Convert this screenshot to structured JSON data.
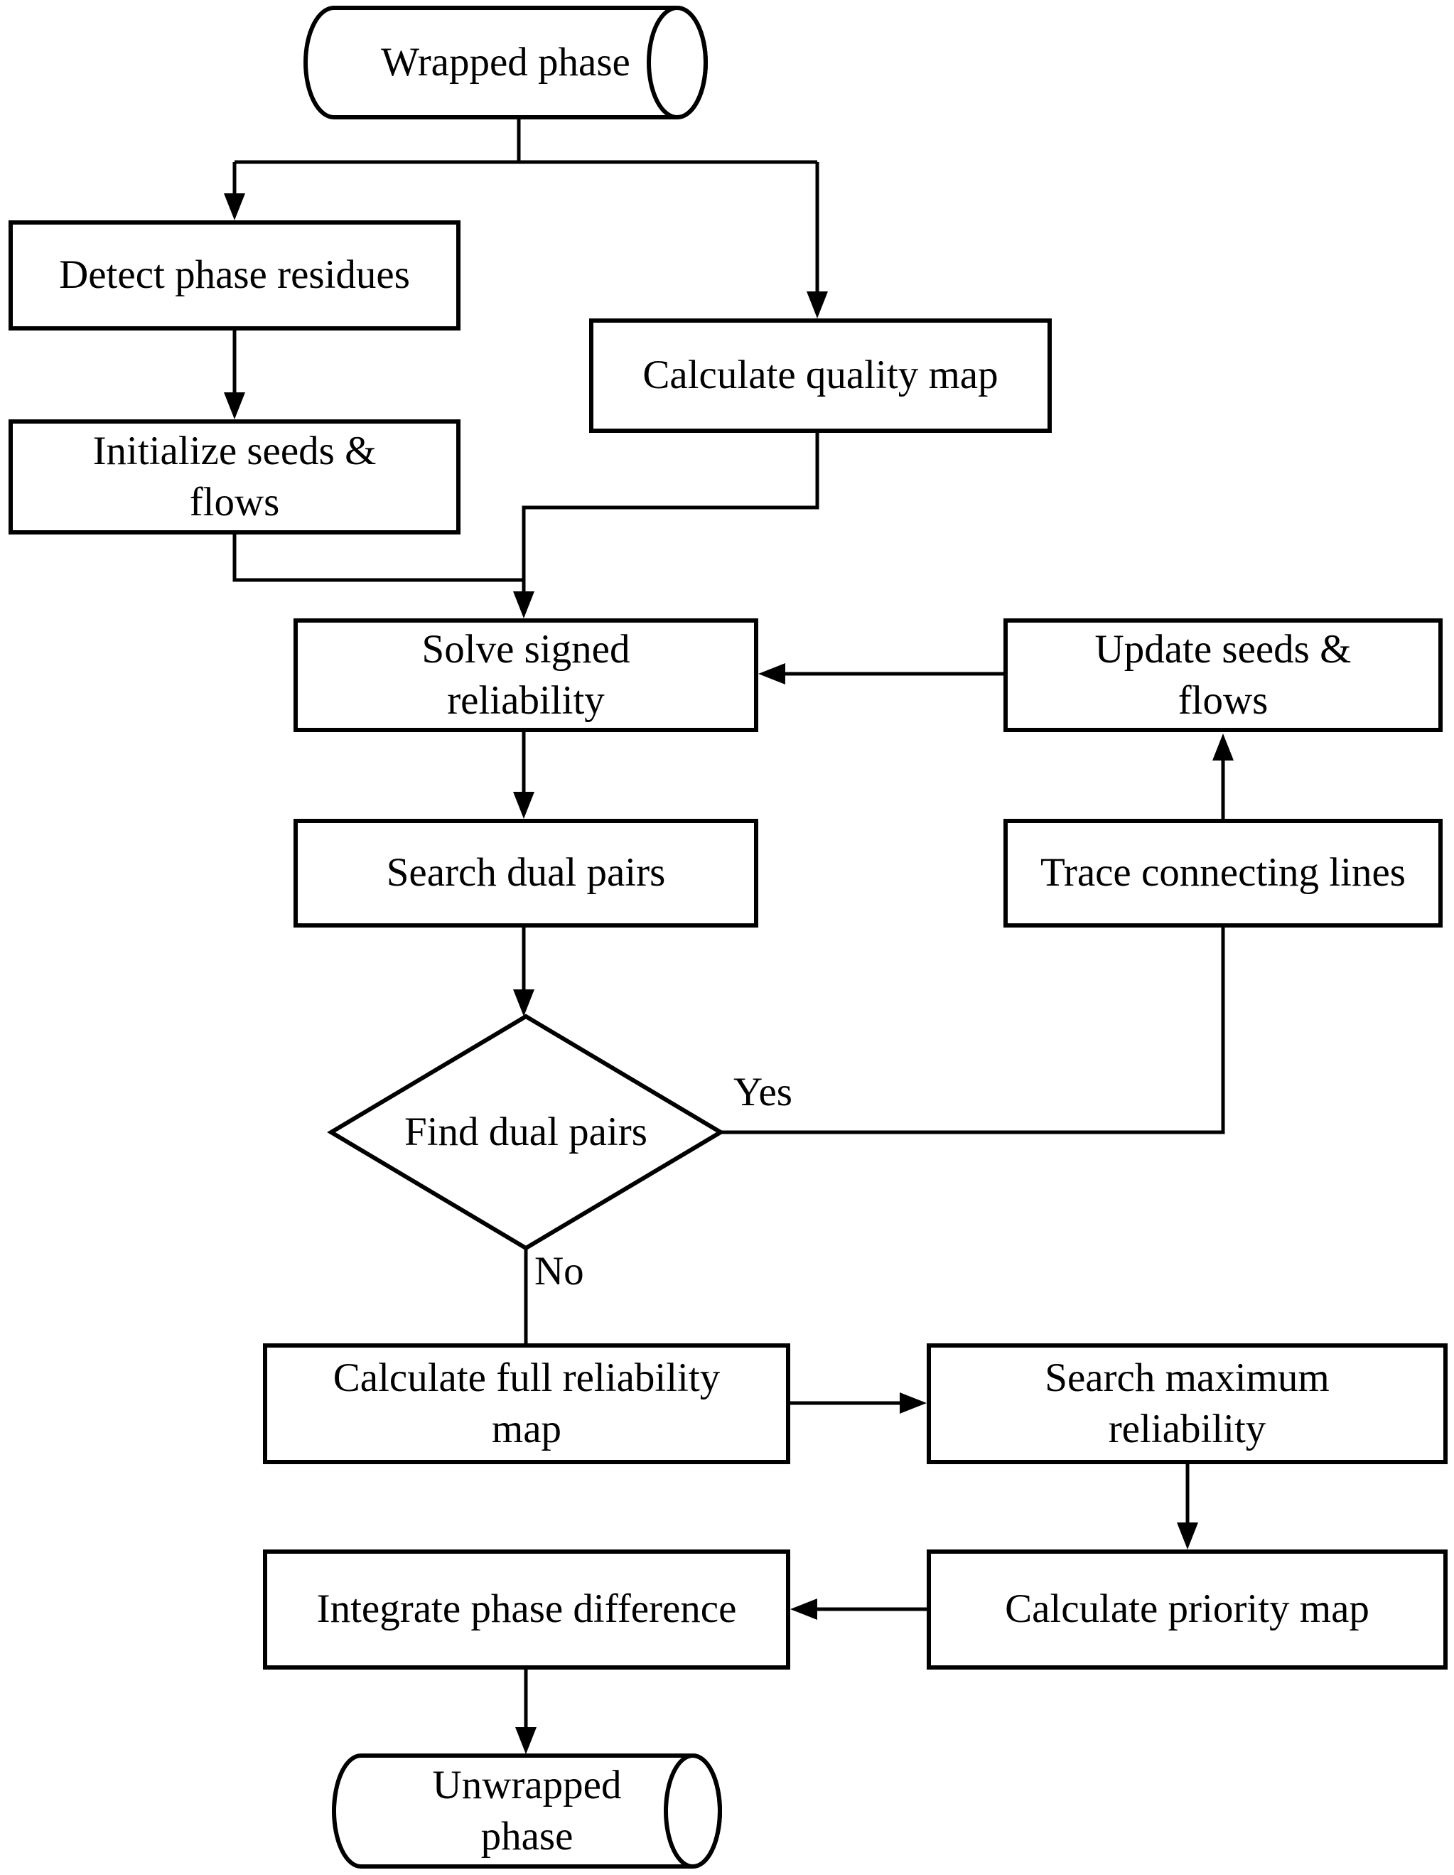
{
  "diagram": {
    "nodes": {
      "wrapped": {
        "type": "data-cylinder",
        "label": "Wrapped phase"
      },
      "detect": {
        "type": "process",
        "label": "Detect phase residues"
      },
      "quality": {
        "type": "process",
        "label": "Calculate quality map"
      },
      "initialize": {
        "type": "process",
        "label": "Initialize seeds &\nflows"
      },
      "solve": {
        "type": "process",
        "label": "Solve signed\nreliability"
      },
      "update": {
        "type": "process",
        "label": "Update seeds &\nflows"
      },
      "searchDual": {
        "type": "process",
        "label": "Search dual pairs"
      },
      "trace": {
        "type": "process",
        "label": "Trace connecting lines"
      },
      "find": {
        "type": "decision",
        "label": "Find dual pairs"
      },
      "calcFull": {
        "type": "process",
        "label": "Calculate full reliability\nmap"
      },
      "searchMax": {
        "type": "process",
        "label": "Search maximum\nreliability"
      },
      "integrate": {
        "type": "process",
        "label": "Integrate phase difference"
      },
      "priority": {
        "type": "process",
        "label": "Calculate priority map"
      },
      "unwrapped": {
        "type": "data-cylinder",
        "label": "Unwrapped\nphase"
      }
    },
    "edge_labels": {
      "yes": "Yes",
      "no": "No"
    },
    "edges": [
      {
        "from": "wrapped",
        "to": "detect"
      },
      {
        "from": "wrapped",
        "to": "quality"
      },
      {
        "from": "detect",
        "to": "initialize"
      },
      {
        "from": "initialize",
        "to": "solve"
      },
      {
        "from": "quality",
        "to": "solve"
      },
      {
        "from": "solve",
        "to": "searchDual"
      },
      {
        "from": "searchDual",
        "to": "find"
      },
      {
        "from": "find",
        "to": "trace",
        "label": "Yes"
      },
      {
        "from": "trace",
        "to": "update"
      },
      {
        "from": "update",
        "to": "solve"
      },
      {
        "from": "find",
        "to": "calcFull",
        "label": "No"
      },
      {
        "from": "calcFull",
        "to": "searchMax"
      },
      {
        "from": "searchMax",
        "to": "priority"
      },
      {
        "from": "priority",
        "to": "integrate"
      },
      {
        "from": "integrate",
        "to": "unwrapped"
      }
    ],
    "colors": {
      "stroke": "#000000",
      "fill": "#ffffff",
      "text": "#000000"
    }
  }
}
